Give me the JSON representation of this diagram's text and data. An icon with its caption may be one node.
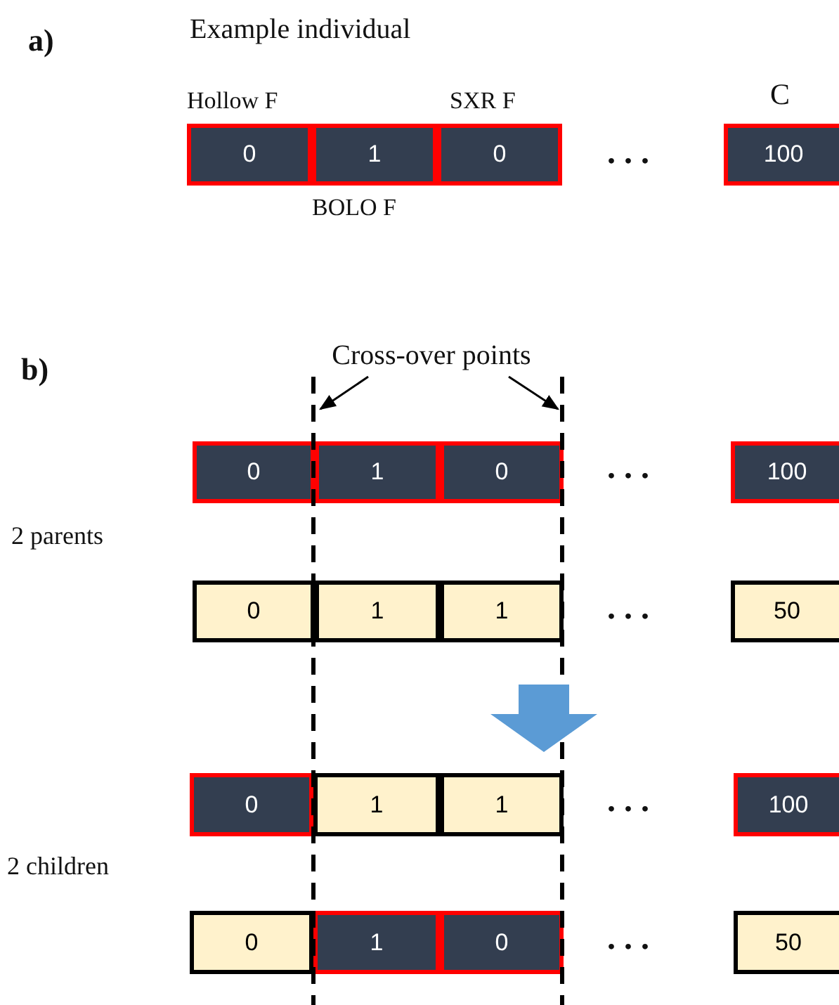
{
  "diagram": {
    "nodes": [
      {
        "text": [
          "0"
        ],
        "beside": [
          "Hollow F"
        ]
      },
      {
        "text": [
          "1"
        ],
        "beside": [
          "BOLO F"
        ]
      },
      {
        "text": [
          "0"
        ],
        "beside": [
          "SXR F"
        ]
      },
      {
        "text": [
          "100"
        ],
        "beside": [
          "C"
        ]
      },
      {
        "text": [
          "Cross-over points"
        ]
      },
      {
        "text": [
          "0"
        ]
      },
      {
        "text": [
          "1"
        ]
      },
      {
        "text": [
          "0"
        ]
      },
      {
        "text": [
          "100"
        ]
      },
      {
        "text": [
          "0"
        ]
      },
      {
        "text": [
          "1"
        ]
      },
      {
        "text": [
          "1"
        ]
      },
      {
        "text": [
          "50"
        ]
      },
      {
        "text": [
          "0"
        ]
      },
      {
        "text": [
          "1"
        ]
      },
      {
        "text": [
          "1"
        ]
      },
      {
        "text": [
          "100"
        ]
      },
      {
        "text": [
          "0"
        ]
      },
      {
        "text": [
          "1"
        ]
      },
      {
        "text": [
          "0"
        ]
      },
      {
        "text": [
          "50"
        ]
      }
    ],
    "edges": [
      {
        "from": 4,
        "to": null,
        "arrow": "to"
      },
      {
        "from": 4,
        "to": null,
        "arrow": "to"
      },
      {
        "from": 11,
        "to": 15,
        "arrow": "to",
        "style": "thick",
        "color": "#5b9bd5"
      }
    ],
    "labels": [
      "a)",
      "Example individual",
      ". . .",
      "b)",
      ". . .",
      "2 parents",
      ". . .",
      ". . .",
      "2 children",
      ". . ."
    ]
  }
}
